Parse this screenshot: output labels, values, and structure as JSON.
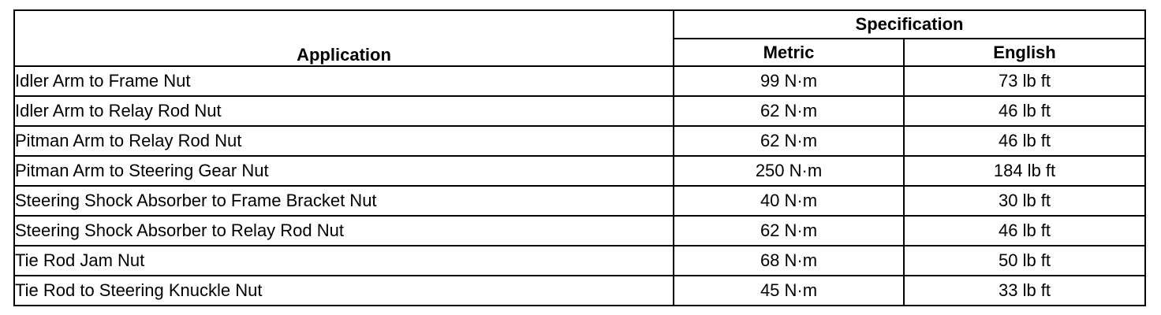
{
  "table": {
    "header": {
      "application": "Application",
      "specification": "Specification",
      "metric": "Metric",
      "english": "English"
    },
    "rows": [
      {
        "application": "Idler Arm to Frame Nut",
        "metric": "99 N·m",
        "english": "73 lb ft"
      },
      {
        "application": "Idler Arm to Relay Rod Nut",
        "metric": "62 N·m",
        "english": "46 lb ft"
      },
      {
        "application": "Pitman Arm to Relay Rod Nut",
        "metric": "62 N·m",
        "english": "46 lb ft"
      },
      {
        "application": "Pitman Arm to Steering Gear Nut",
        "metric": "250 N·m",
        "english": "184 lb ft"
      },
      {
        "application": "Steering Shock Absorber to Frame Bracket Nut",
        "metric": "40 N·m",
        "english": "30 lb ft"
      },
      {
        "application": "Steering Shock Absorber to Relay Rod Nut",
        "metric": "62 N·m",
        "english": "46 lb ft"
      },
      {
        "application": "Tie Rod Jam Nut",
        "metric": "68 N·m",
        "english": "50 lb ft"
      },
      {
        "application": "Tie Rod to Steering Knuckle Nut",
        "metric": "45 N·m",
        "english": "33 lb ft"
      }
    ]
  }
}
